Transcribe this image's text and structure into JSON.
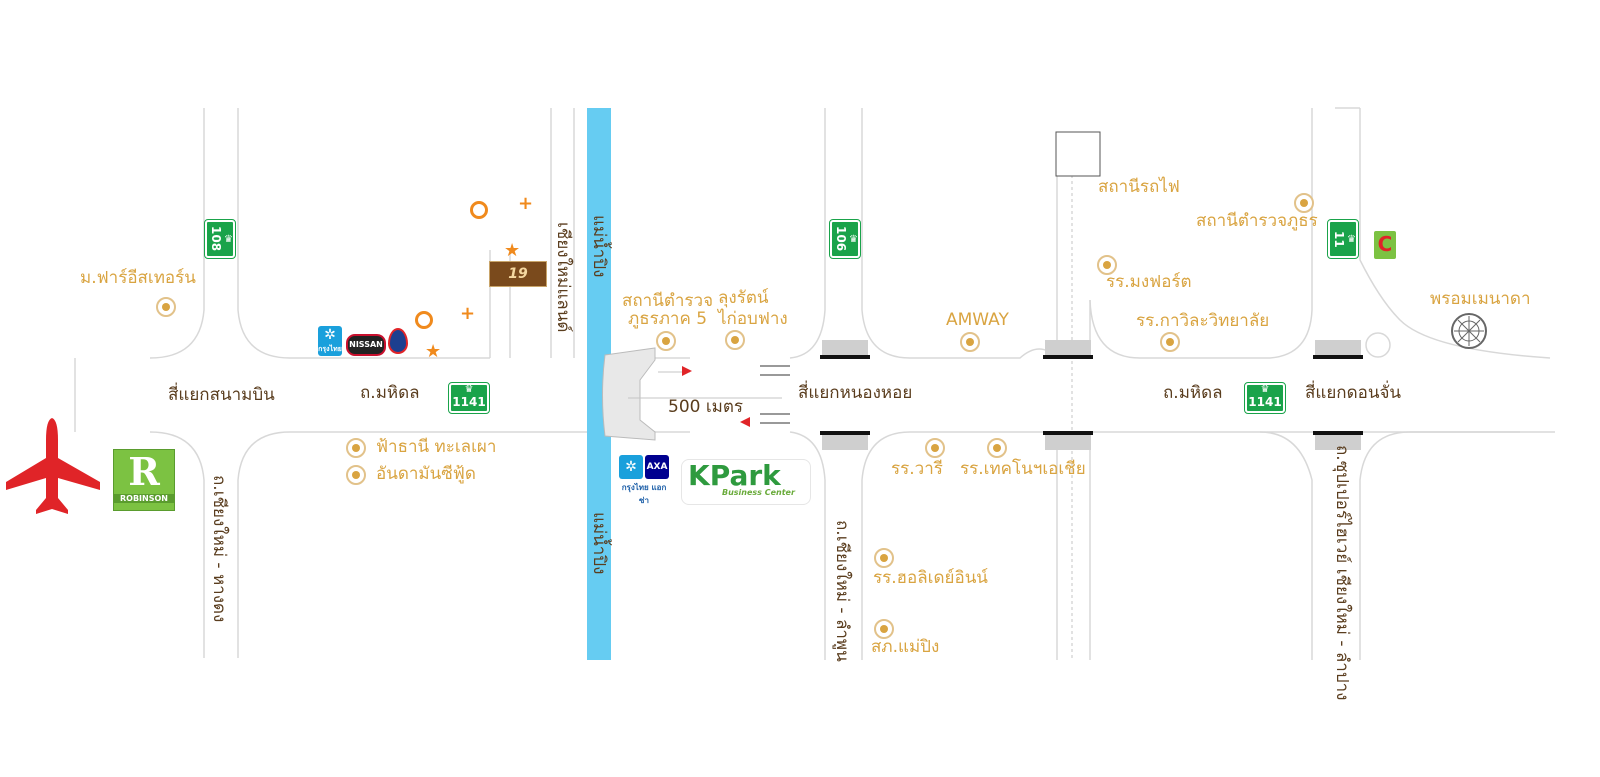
{
  "map": {
    "roads": {
      "main_road_left": "ถ.มหิดล",
      "main_road_right": "ถ.มหิดล",
      "road_chiangmai_hangdong": "ถ.เชียงใหม่ - หางดง",
      "road_chiangmai_lamphun": "ถ.เชียงใหม่ - ลำพูน",
      "road_super_highway": "ถ.ซุปเปอร์ไฮเวย์ เชียงใหม่ - ลำปาง",
      "river_top": "แม่น้ำปิง",
      "river_bottom": "แม่น้ำปิง",
      "chiang_mai_land": "เชียงใหม่แลนด์"
    },
    "intersections": {
      "sanam_bin": "สี่แยกสนามบิน",
      "nong_hoi": "สี่แยกหนองหอย",
      "don_chan": "สี่แยกดอนจั่น"
    },
    "highway_shields": {
      "h108": "108",
      "h1141_left": "1141",
      "h106": "106",
      "h1141_right": "1141",
      "h11": "11"
    },
    "distance_label": "500 เมตร",
    "places": {
      "farm_eastern": "ม.ฟาร์อีสเทอร์น",
      "fah_thani": "ฟ้าธานี ทะเลเผา",
      "andaman_seafood": "อันดามันซีฟู้ด",
      "police_region5_line1": "สถานีตำรวจ",
      "police_region5_line2": "ภูธรภาค 5",
      "lung_rat_line1": "ลุงรัตน์",
      "lung_rat_line2": "ไก่อบฟาง",
      "amway": "AMWAY",
      "train_station": "สถานีรถไฟ",
      "police_station": "สถานีตำรวจภูธร",
      "montfort": "รร.มงฟอร์ต",
      "kawila": "รร.กาวิละวิทยาลัย",
      "prom_menada": "พรอมเมนาดา",
      "varee": "รร.วารี",
      "tech_asia": "รร.เทคโนฯเอเชีย",
      "holiday_inn": "รร.ฮอลิเดย์อินน์",
      "mae_ping": "สภ.แม่ปิง"
    },
    "logos": {
      "robinson": "ROBINSON",
      "nissan": "NISSAN",
      "ktb": "กรุงไทย",
      "ktb_axa": "กรุงไทย แอกซ่า",
      "kpark_k": "K",
      "kpark_park": "Park",
      "kpark_sub": "Business Center",
      "bigc": "C",
      "sign_19": "19"
    },
    "colors": {
      "river": "#66ccf2",
      "road_line": "#dcdcdc",
      "place_text": "#d9a441",
      "road_text": "#5a3d1e",
      "shield": "#1aa34a",
      "airplane": "#e02428",
      "accent_orange": "#f08a1d"
    }
  }
}
